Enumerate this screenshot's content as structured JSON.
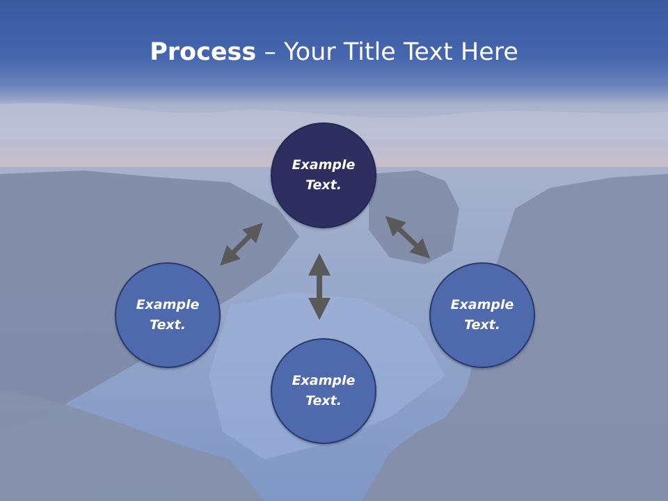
{
  "slide": {
    "title_bold": "Process",
    "title_dash": " – ",
    "title_rest": "Your Title Text Here"
  },
  "nodes": {
    "top": {
      "line1": "Example",
      "line2": "Text."
    },
    "left": {
      "line1": "Example",
      "line2": "Text."
    },
    "right": {
      "line1": "Example",
      "line2": "Text."
    },
    "bottom": {
      "line1": "Example",
      "line2": "Text."
    }
  },
  "colors": {
    "primary_node": "#2e2f60",
    "secondary_node": "#4e6aad",
    "arrow": "#595959",
    "title_band": "#3b5aa0"
  }
}
